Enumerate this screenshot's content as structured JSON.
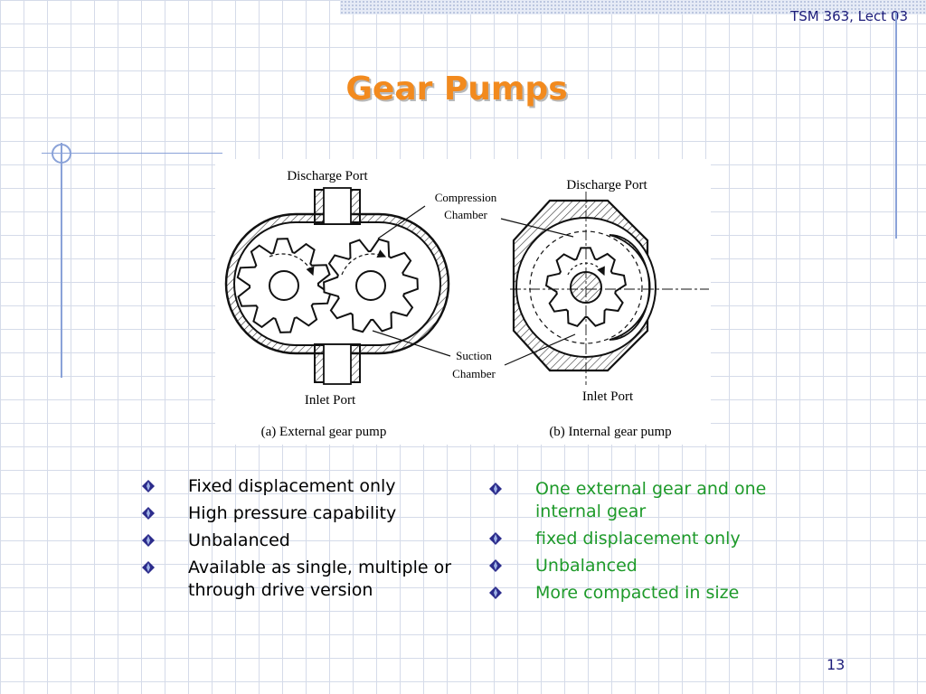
{
  "header": {
    "course_label": "TSM 363, Lect 03"
  },
  "slide": {
    "title": "Gear Pumps",
    "page_number": "13"
  },
  "figure": {
    "external": {
      "discharge_label": "Discharge Port",
      "compression_label_line1": "Compression",
      "compression_label_line2": "Chamber",
      "suction_label_line1": "Suction",
      "suction_label_line2": "Chamber",
      "inlet_label": "Inlet Port",
      "caption": "(a) External gear pump"
    },
    "internal": {
      "discharge_label": "Discharge Port",
      "inlet_label": "Inlet Port",
      "caption": "(b) Internal gear pump"
    }
  },
  "left_bullets": [
    {
      "text": "Fixed displacement only"
    },
    {
      "text": "High pressure capability"
    },
    {
      "text": "Unbalanced"
    },
    {
      "text": "Available as single, multiple or through drive version"
    }
  ],
  "right_bullets": [
    {
      "text": "One external gear and one internal gear"
    },
    {
      "text": "fixed displacement only"
    },
    {
      "text": "Unbalanced"
    },
    {
      "text": "More compacted in size"
    }
  ],
  "colors": {
    "title": "#f28a1e",
    "right_bullet_text": "#1e9a2a",
    "bullet_diamond": "#2c2c8c",
    "header_text": "#1c1c7a",
    "accent_lines": "#8aa2d8"
  }
}
